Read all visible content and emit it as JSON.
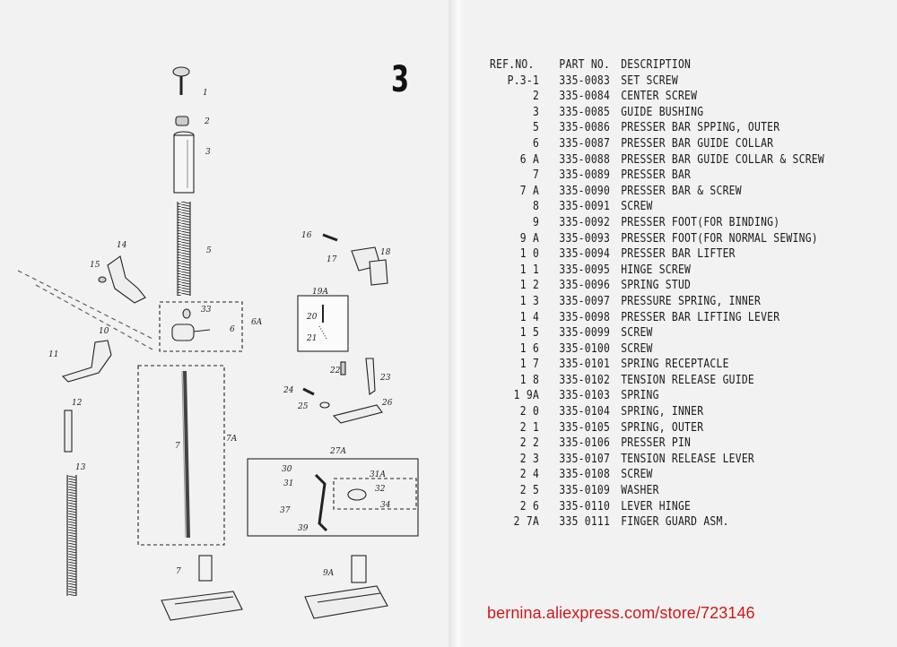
{
  "page": {
    "number": "3"
  },
  "table": {
    "headers": {
      "ref": "REF.NO.",
      "part": "PART NO.",
      "description": "DESCRIPTION"
    },
    "rows": [
      {
        "ref": "P.3-1",
        "part": "335-0083",
        "description": "SET SCREW"
      },
      {
        "ref": "2",
        "part": "335-0084",
        "description": "CENTER SCREW"
      },
      {
        "ref": "3",
        "part": "335-0085",
        "description": "GUIDE BUSHING"
      },
      {
        "ref": "5",
        "part": "335-0086",
        "description": "PRESSER BAR SPPING, OUTER"
      },
      {
        "ref": "6",
        "part": "335-0087",
        "description": "PRESSER BAR GUIDE COLLAR"
      },
      {
        "ref": "6 A",
        "part": "335-0088",
        "description": "PRESSER BAR GUIDE COLLAR & SCREW"
      },
      {
        "ref": "7",
        "part": "335-0089",
        "description": "PRESSER BAR"
      },
      {
        "ref": "7 A",
        "part": "335-0090",
        "description": "PRESSER BAR & SCREW"
      },
      {
        "ref": "8",
        "part": "335-0091",
        "description": "SCREW"
      },
      {
        "ref": "9",
        "part": "335-0092",
        "description": "PRESSER FOOT(FOR BINDING)"
      },
      {
        "ref": "9 A",
        "part": "335-0093",
        "description": "PRESSER FOOT(FOR NORMAL SEWING)"
      },
      {
        "ref": "1 0",
        "part": "335-0094",
        "description": "PRESSER BAR LIFTER"
      },
      {
        "ref": "1 1",
        "part": "335-0095",
        "description": "HINGE SCREW"
      },
      {
        "ref": "1 2",
        "part": "335-0096",
        "description": "SPRING STUD"
      },
      {
        "ref": "1 3",
        "part": "335-0097",
        "description": "PRESSURE SPRING, INNER"
      },
      {
        "ref": "1 4",
        "part": "335-0098",
        "description": "PRESSER BAR LIFTING LEVER"
      },
      {
        "ref": "1 5",
        "part": "335-0099",
        "description": "SCREW"
      },
      {
        "ref": "1 6",
        "part": "335-0100",
        "description": "SCREW"
      },
      {
        "ref": "1 7",
        "part": "335-0101",
        "description": "SPRING RECEPTACLE"
      },
      {
        "ref": "1 8",
        "part": "335-0102",
        "description": "TENSION RELEASE GUIDE"
      },
      {
        "ref": "1 9A",
        "part": "335-0103",
        "description": "SPRING"
      },
      {
        "ref": "2 0",
        "part": "335-0104",
        "description": "SPRING, INNER"
      },
      {
        "ref": "2 1",
        "part": "335-0105",
        "description": "SPRING, OUTER"
      },
      {
        "ref": "2 2",
        "part": "335-0106",
        "description": "PRESSER PIN"
      },
      {
        "ref": "2 3",
        "part": "335-0107",
        "description": "TENSION RELEASE LEVER"
      },
      {
        "ref": "2 4",
        "part": "335-0108",
        "description": "SCREW"
      },
      {
        "ref": "2 5",
        "part": "335-0109",
        "description": "WASHER"
      },
      {
        "ref": "2 6",
        "part": "335-0110",
        "description": "LEVER HINGE"
      },
      {
        "ref": "2 7A",
        "part": "335 0111",
        "description": "FINGER GUARD ASM."
      }
    ]
  },
  "diagram": {
    "callouts": {
      "c1": "1",
      "c2": "2",
      "c3": "3",
      "c5": "5",
      "c6": "6",
      "c6A": "6A",
      "c7": "7",
      "c7b": "7",
      "c7A": "7A",
      "c9A": "9A",
      "c10": "10",
      "c11": "11",
      "c12": "12",
      "c13": "13",
      "c14": "14",
      "c15": "15",
      "c16": "16",
      "c17": "17",
      "c18": "18",
      "c19A": "19A",
      "c20": "20",
      "c21": "21",
      "c22": "22",
      "c23": "23",
      "c24": "24",
      "c25": "25",
      "c26": "26",
      "c27A": "27A",
      "c30": "30",
      "c31": "31",
      "c31A": "31A",
      "c32": "32",
      "c33": "33",
      "c34": "34",
      "c37": "37",
      "c39": "39"
    }
  },
  "watermark": {
    "text": "bernina.aliexpress.com/store/723146",
    "color": "#d01818"
  }
}
